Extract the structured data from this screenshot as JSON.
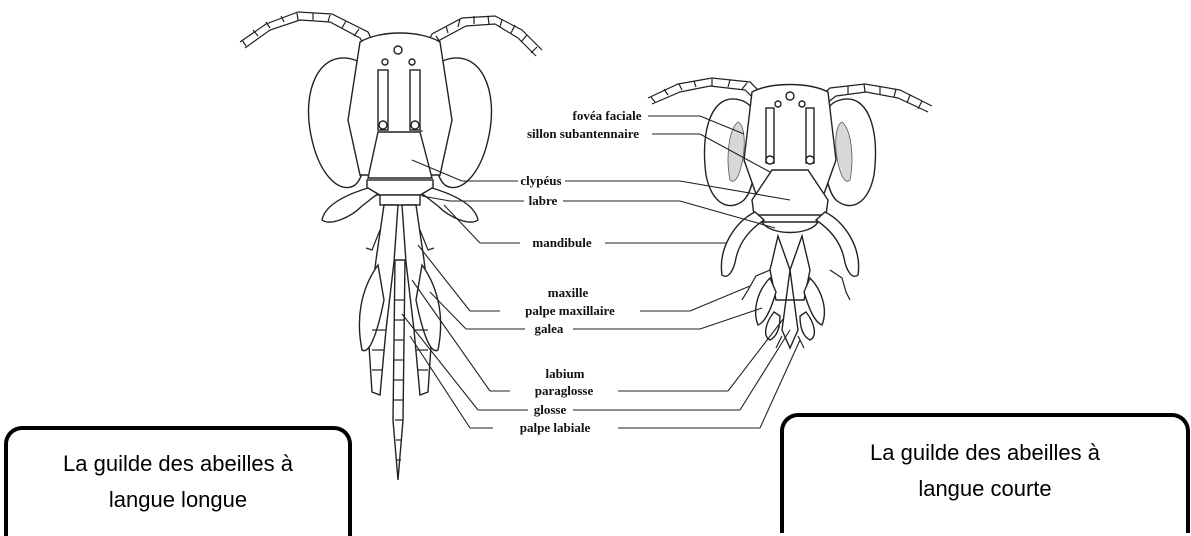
{
  "labels": {
    "fovea_faciale": "fovéa faciale",
    "sillon_subantennaire": "sillon subantennaire",
    "clypeus": "clypéus",
    "labre": "labre",
    "mandibule": "mandibule",
    "maxille": "maxille",
    "palpe_maxillaire": "palpe maxillaire",
    "galea": "galea",
    "labium": "labium",
    "paraglosse": "paraglosse",
    "glosse": "glosse",
    "palpe_labiale": "palpe labiale"
  },
  "boxes": {
    "long_line1": "La guilde des abeilles à",
    "long_line2": "langue longue",
    "short_line1": "La guilde des abeilles à",
    "short_line2": "langue courte"
  }
}
